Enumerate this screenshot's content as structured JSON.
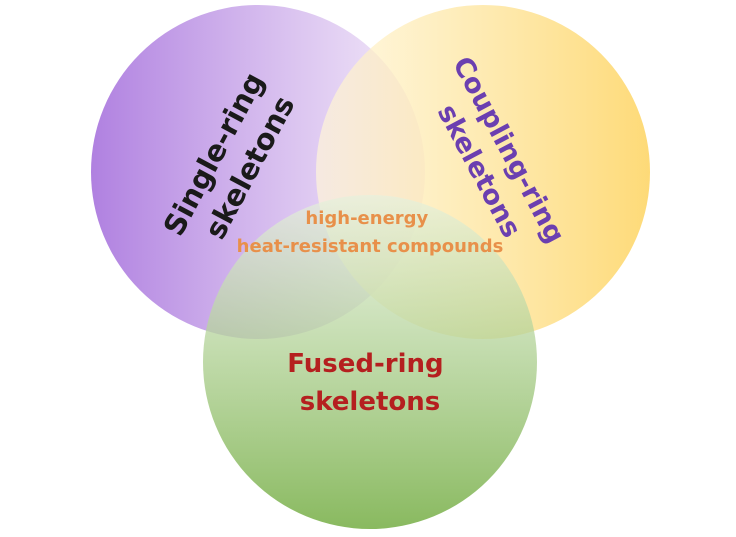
{
  "diagram": {
    "sets": [
      {
        "id": "single",
        "label_lines": [
          "Single-ring",
          "skeletons"
        ],
        "label_color": "#1a1a1a",
        "fill_strong": "#a56fdc",
        "fill_light": "#efe3f7"
      },
      {
        "id": "coupling",
        "label_lines": [
          "Coupling-ring",
          "skeletons"
        ],
        "label_color": "#6b3fb0",
        "fill_strong": "#fdd25a",
        "fill_light": "#fff6da"
      },
      {
        "id": "fused",
        "label_lines": [
          "Fused-ring",
          "skeletons"
        ],
        "label_color": "#b51f1f",
        "fill_strong": "#6faa3c",
        "fill_light": "#e6f1dd"
      }
    ],
    "intersection": {
      "label_lines": [
        "high-energy",
        "heat-resistant compounds"
      ],
      "label_color": "#e8904a"
    }
  }
}
